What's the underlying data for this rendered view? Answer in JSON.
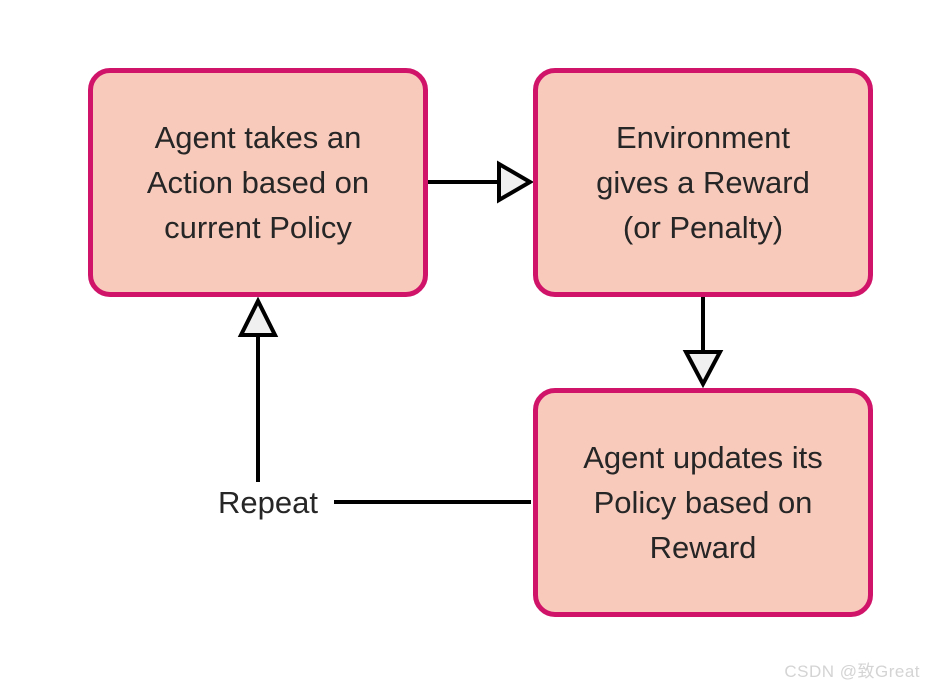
{
  "diagram": {
    "nodes": [
      {
        "id": "agent-action",
        "label": "Agent takes an\nAction based on\ncurrent Policy"
      },
      {
        "id": "environment-reward",
        "label": "Environment\ngives a Reward\n(or Penalty)"
      },
      {
        "id": "agent-update",
        "label": "Agent updates its\nPolicy based on\nReward"
      }
    ],
    "edges": [
      {
        "from": "agent-action",
        "to": "environment-reward",
        "style": "open-arrow"
      },
      {
        "from": "environment-reward",
        "to": "agent-update",
        "style": "open-arrow"
      },
      {
        "from": "repeat-label",
        "to": "agent-action",
        "style": "open-arrow"
      },
      {
        "from": "repeat-label",
        "to": "agent-update",
        "style": "plain-line"
      }
    ],
    "repeat_label": "Repeat",
    "colors": {
      "node_fill": "#f8cabc",
      "node_border": "#d0146a",
      "node_text": "#262626",
      "connector": "#000000",
      "arrowhead_fill": "#f0f0f0",
      "background": "#ffffff",
      "watermark": "#d4d4d4"
    }
  },
  "watermark": {
    "text": "CSDN @致Great"
  }
}
